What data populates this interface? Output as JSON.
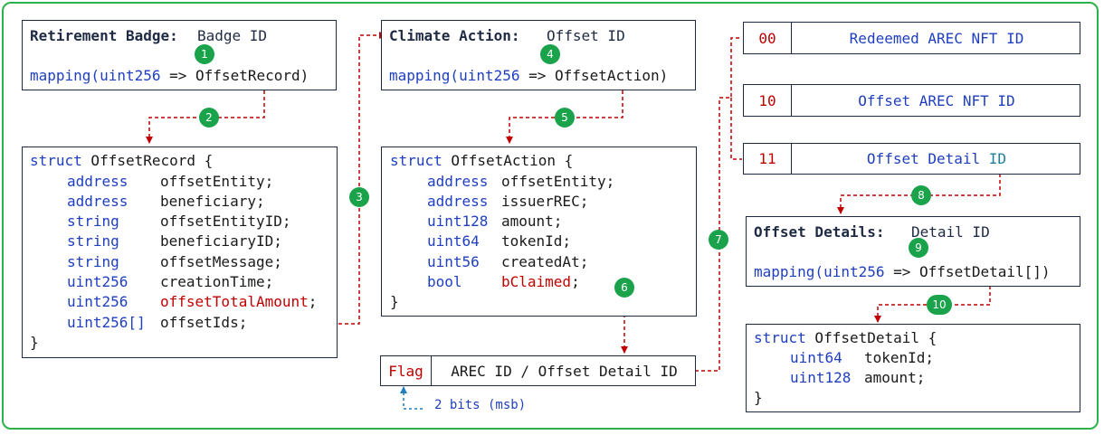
{
  "retirement_badge": {
    "title": "Retirement Badge:",
    "key": "Badge ID",
    "mapping_kw": "mapping(",
    "mapping_type": "uint256",
    "mapping_rest": " => OffsetRecord)"
  },
  "offset_record": {
    "head_kw": "struct",
    "head_name": " OffsetRecord {",
    "fields": [
      {
        "type": "address",
        "name": "offsetEntity;",
        "highlight": false
      },
      {
        "type": "address",
        "name": "beneficiary;",
        "highlight": false
      },
      {
        "type": "string",
        "name": "offsetEntityID;",
        "highlight": false
      },
      {
        "type": "string",
        "name": "beneficiaryID;",
        "highlight": false
      },
      {
        "type": "string",
        "name": "offsetMessage;",
        "highlight": false
      },
      {
        "type": "uint256",
        "name": "creationTime;",
        "highlight": false
      },
      {
        "type": "uint256",
        "name": "offsetTotalAmount",
        "highlight": true
      },
      {
        "type": "uint256[]",
        "name": "offsetIds;",
        "highlight": false
      }
    ],
    "close": "}"
  },
  "climate_action": {
    "title": "Climate Action:",
    "key": "Offset ID",
    "mapping_kw": "mapping(",
    "mapping_type": "uint256",
    "mapping_rest": " => OffsetAction)"
  },
  "offset_action": {
    "head_kw": "struct",
    "head_name": " OffsetAction {",
    "fields": [
      {
        "type": "address",
        "name": "offsetEntity;",
        "highlight": false
      },
      {
        "type": "address",
        "name": "issuerREC;",
        "highlight": false
      },
      {
        "type": "uint128",
        "name": "amount;",
        "highlight": false
      },
      {
        "type": "uint64",
        "name": "tokenId;",
        "highlight": false
      },
      {
        "type": "uint56",
        "name": "createdAt;",
        "highlight": false
      },
      {
        "type": "bool",
        "name": "bClaimed",
        "highlight": true
      }
    ],
    "close": "}"
  },
  "flag_box": {
    "flag": "Flag",
    "label": "AREC ID / Offset Detail ID",
    "note": "2 bits (msb)"
  },
  "flag_table": [
    {
      "code": "00",
      "label": "Redeemed AREC NFT ID",
      "suffix": ""
    },
    {
      "code": "10",
      "label": "Offset AREC NFT ID",
      "suffix": ""
    },
    {
      "code": "11",
      "label": "Offset Detail",
      "suffix": "ID"
    }
  ],
  "offset_details": {
    "title": "Offset Details:",
    "key": "Detail ID",
    "mapping_kw": "mapping(",
    "mapping_type": "uint256",
    "mapping_rest": " => OffsetDetail[])"
  },
  "offset_detail": {
    "head_kw": "struct",
    "head_name": " OffsetDetail {",
    "fields": [
      {
        "type": "uint64",
        "name": "tokenId;"
      },
      {
        "type": "uint128",
        "name": "amount;"
      }
    ],
    "close": "}"
  },
  "steps": [
    "1",
    "2",
    "3",
    "4",
    "5",
    "6",
    "7",
    "8",
    "9",
    "10"
  ],
  "colors": {
    "border": "#2bb24c",
    "badge": "#1aa34a",
    "arrow": "#c00000",
    "keyword": "#1f3fbf",
    "note_arrow": "#1f7fbf"
  }
}
